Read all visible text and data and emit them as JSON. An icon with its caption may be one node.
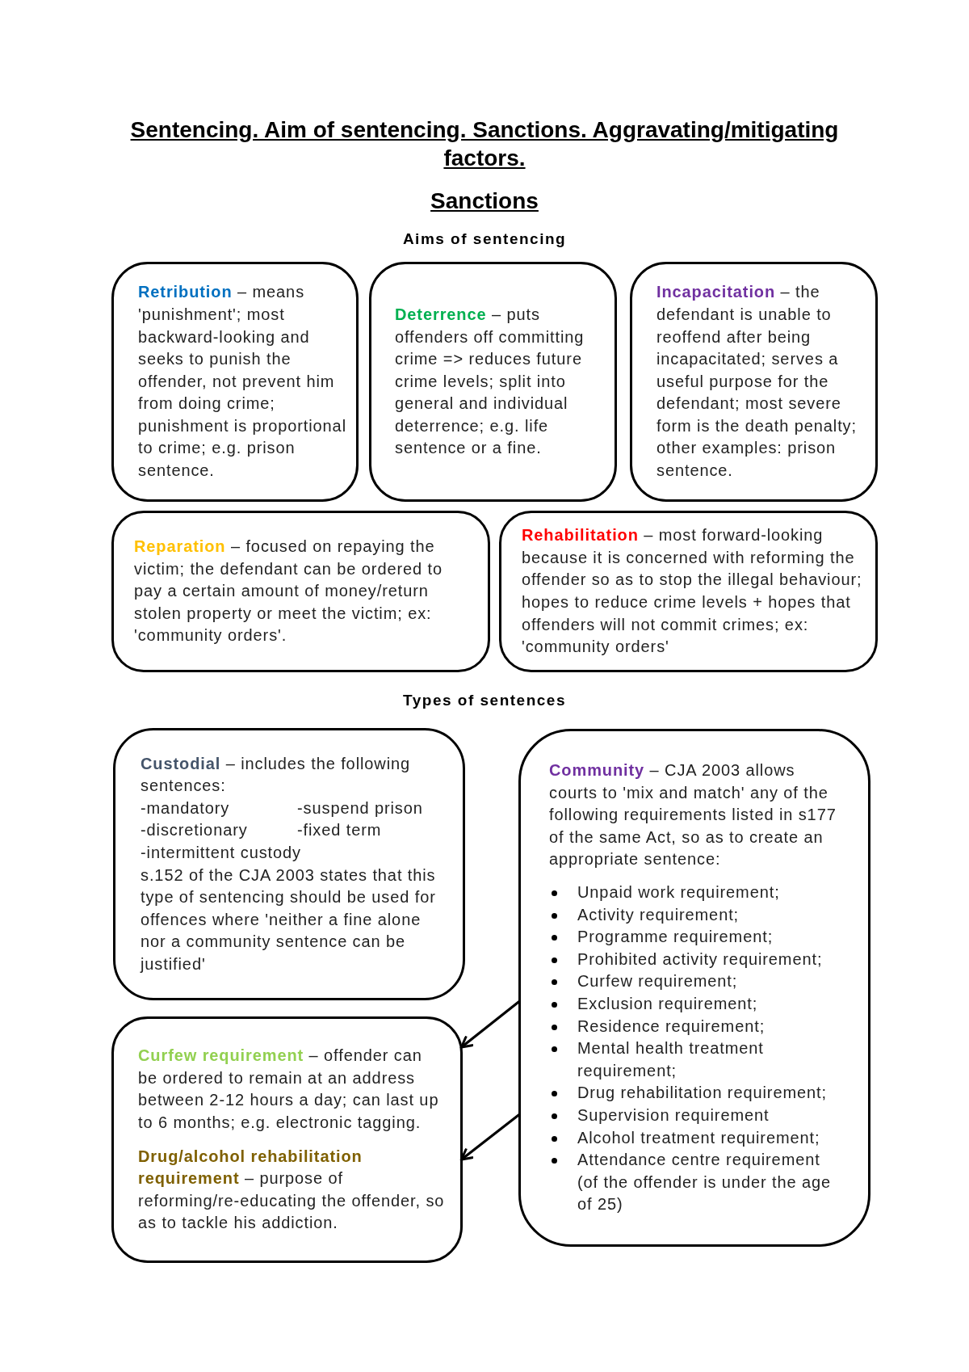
{
  "diagram": {
    "title": "Sentencing. Aim of sentencing. Sanctions. Aggravating/mitigating factors.",
    "nodes": [
      {
        "text": [
          "**Retribution** – means 'punishment'; most backward-looking and seeks to punish the offender, not prevent him from doing crime; punishment is proportional to crime; e.g. prison sentence."
        ]
      },
      {
        "text": [
          "**Deterrence** – puts offenders off committing crime => reduces future crime levels; split into general and individual deterrence; e.g. life sentence or a fine."
        ]
      },
      {
        "text": [
          "**Incapacitation** – the defendant is unable to reoffend after being incapacitated; serves a useful purpose for the defendant; most severe form is the death penalty; other examples: prison sentence."
        ]
      },
      {
        "text": [
          "**Reparation** – focused on repaying the victim; the defendant can be ordered to pay a certain amount of money/return stolen property or meet the victim; ex: 'community orders'."
        ]
      },
      {
        "text": [
          "**Rehabilitation** – most forward-looking because it is concerned with reforming the offender so as to stop the illegal behaviour; hopes to reduce crime levels + hopes that offenders will not commit crimes; ex: 'community orders'"
        ]
      },
      {
        "text": [
          "**Custodial** – includes the following sentences:",
          "-mandatory",
          "-suspend prison",
          "-discretionary",
          "-fixed term",
          "-intermittent custody",
          "s.152 of the CJA 2003 states that this type of sentencing should be used for offences where 'neither a fine alone nor a community sentence can be justified'"
        ]
      },
      {
        "text": [
          "**Community** – CJA 2003 allows courts to 'mix and match' any of the following requirements listed in s177 of the same Act, so as to create an appropriate sentence:",
          "Unpaid work requirement;",
          "Activity requirement;",
          "Programme requirement;",
          "Prohibited activity requirement;",
          "Curfew requirement;",
          "Exclusion requirement;",
          "Residence requirement;",
          "Mental health treatment requirement;",
          "Drug rehabilitation requirement;",
          "Supervision requirement",
          "Alcohol treatment requirement;",
          "Attendance centre requirement (of the offender is under the age of 25)"
        ]
      },
      {
        "text": [
          "**Curfew requirement** – offender can be ordered to remain at an address between 2-12 hours a day; can last up to 6 months; e.g. electronic tagging.",
          "**Drug/alcohol rehabilitation requirement** – purpose of reforming/re-educating the offender, so as to tackle his addiction."
        ]
      }
    ],
    "edges": [
      {
        "from": 6,
        "to": 7,
        "arrow": "to"
      },
      {
        "from": 6,
        "to": 7,
        "arrow": "to"
      }
    ],
    "labels": [
      "Sanctions",
      "Aims of sentencing",
      "Types of sentences"
    ]
  }
}
